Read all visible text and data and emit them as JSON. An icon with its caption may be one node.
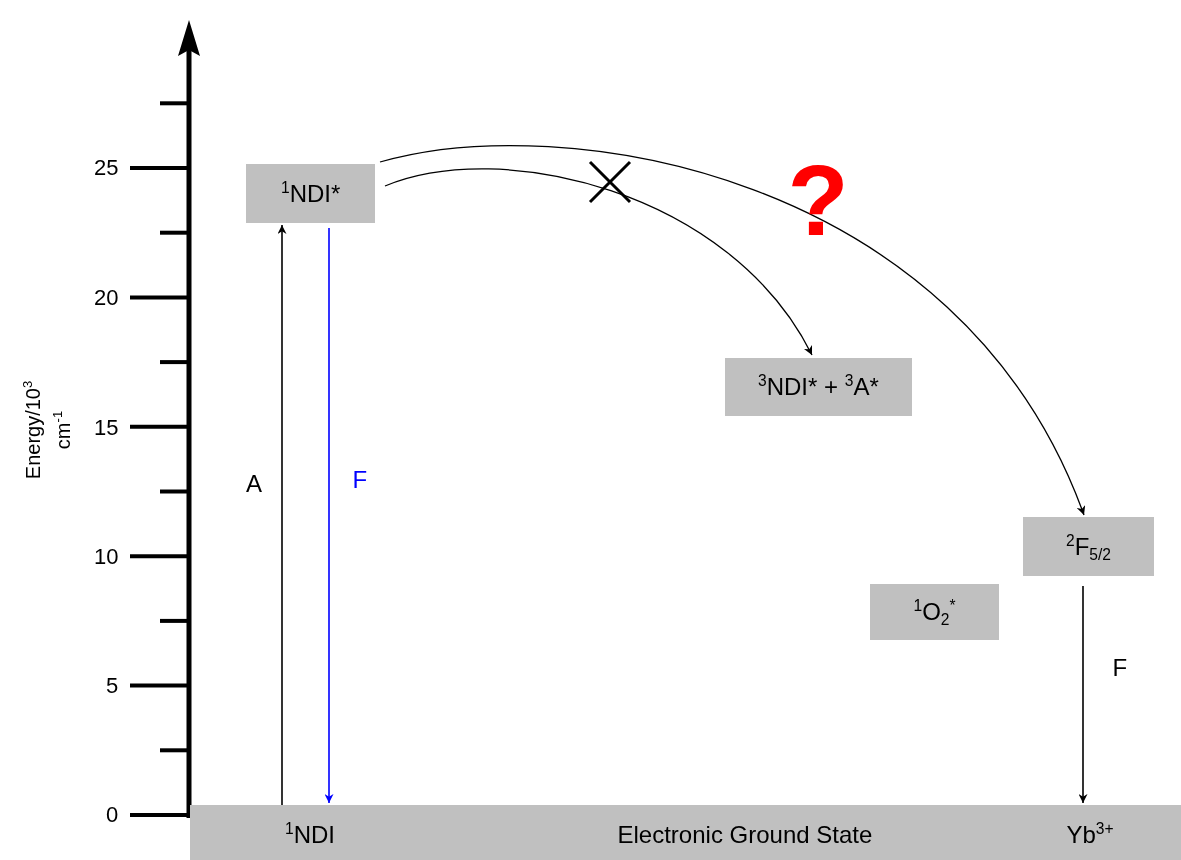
{
  "diagram": {
    "nodes": [
      {
        "text": [
          "$^{1}$NDI",
          "Electronic Ground State",
          "Yb$^{3+}$"
        ]
      },
      {
        "text": [
          "$^{1}$NDI*"
        ]
      },
      {
        "text": [
          "$^{3}$NDI* + $^{3}$A*"
        ]
      },
      {
        "text": [
          "$^{2}$F$_{5/2}$"
        ]
      },
      {
        "text": [
          "$^{1}$O$_{2}$$^{*}$"
        ]
      }
    ],
    "edges": [
      {
        "from": 0,
        "to": 1,
        "arrow": "to",
        "label": "A"
      },
      {
        "from": 1,
        "to": 0,
        "arrow": "to",
        "label": "F",
        "color": "#0000ff"
      },
      {
        "from": 1,
        "to": 2,
        "arrow": "to"
      },
      {
        "from": 1,
        "to": 3,
        "arrow": "to"
      },
      {
        "from": 3,
        "to": 0,
        "arrow": "to",
        "label": "F"
      }
    ],
    "labels": [
      "25",
      "20",
      "15",
      "10",
      "5",
      "0",
      "Energy/10$^{3}$ cm$^{-1}$",
      "?"
    ]
  }
}
